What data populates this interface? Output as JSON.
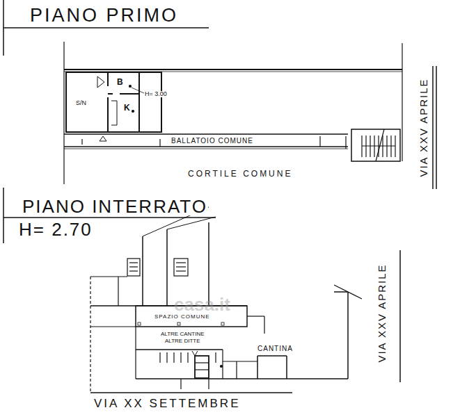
{
  "diagram": {
    "labels": [
      "PIANO PRIMO",
      "S/N",
      "B",
      "K",
      "H= 3.00",
      "BALLATOIO COMUNE",
      "CORTILE COMUNE",
      "VIA XXV APRILE",
      "PIANO INTERRATO",
      "H= 2.70",
      "SPAZIO COMUNE",
      "ALTRE CANTINE",
      "ALTRE DITTE",
      "CANTINA",
      "VIA XXV APRILE",
      "VIA XX SETTEMBRE",
      "casa.it"
    ]
  }
}
